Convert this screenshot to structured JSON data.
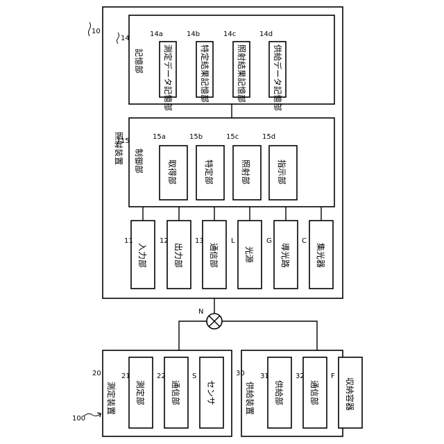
{
  "irradiation_device": {
    "label": "照射装置",
    "ref": "10",
    "storage": {
      "label": "記憶部",
      "ref": "14",
      "items": [
        {
          "label": "測定データ記憶部",
          "ref": "14a"
        },
        {
          "label": "特定結果記憶部",
          "ref": "14b"
        },
        {
          "label": "照射結果記憶部",
          "ref": "14c"
        },
        {
          "label": "供給データ記憶部",
          "ref": "14d"
        }
      ]
    },
    "control": {
      "label": "制御部",
      "ref": "15",
      "items": [
        {
          "label": "取得部",
          "ref": "15a"
        },
        {
          "label": "特定部",
          "ref": "15b"
        },
        {
          "label": "照射部",
          "ref": "15c"
        },
        {
          "label": "指示部",
          "ref": "15d"
        }
      ]
    },
    "units": [
      {
        "label": "入力部",
        "ref": "11"
      },
      {
        "label": "出力部",
        "ref": "12"
      },
      {
        "label": "通信部",
        "ref": "13"
      },
      {
        "label": "光源",
        "ref": "L"
      },
      {
        "label": "導光路",
        "ref": "G"
      },
      {
        "label": "集光器",
        "ref": "C"
      }
    ]
  },
  "network": {
    "ref": "N"
  },
  "measurement_device": {
    "label": "測定装置",
    "ref": "20",
    "items": [
      {
        "label": "測定部",
        "ref": "21"
      },
      {
        "label": "通信部",
        "ref": "22"
      },
      {
        "label": "センサ",
        "ref": "S"
      }
    ]
  },
  "supply_device": {
    "label": "供給装置",
    "ref": "30",
    "items": [
      {
        "label": "供給部",
        "ref": "31"
      },
      {
        "label": "通信部",
        "ref": "32"
      },
      {
        "label": "収納容器",
        "ref": "F"
      }
    ]
  },
  "system_ref": "100"
}
